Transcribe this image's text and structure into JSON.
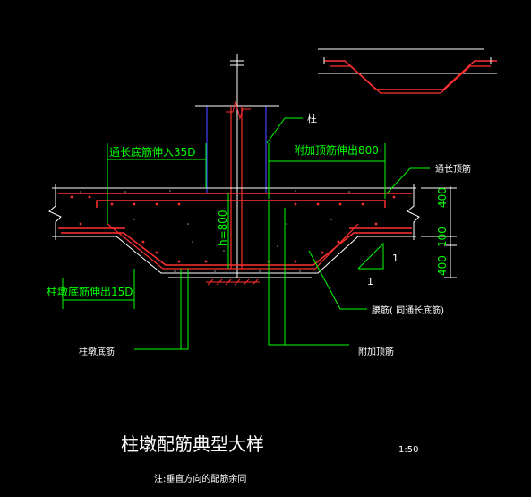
{
  "labels": {
    "column": "柱",
    "through_bottom_bar_extend": "通长底筋伸入35D",
    "additional_top_bar_extend": "附加顶筋伸出800",
    "through_top_bar": "通长顶筋",
    "column_pier_bottom_extend": "柱墩底筋伸出15D",
    "haunch_bar": "腰筋( 同通长底筋)",
    "column_pier_bottom_bar": "柱墩底筋",
    "additional_top_bar": "附加顶筋",
    "height_dim": "h=800",
    "dim_400_top": "400",
    "dim_100": "100",
    "dim_400_bottom": "400",
    "slope_ratio_v": "1",
    "slope_ratio_h": "1",
    "title": "柱墩配筋典型大样",
    "scale": "1:50",
    "note": "注:垂直方向的配筋余同"
  },
  "colors": {
    "background": "#000000",
    "concrete": "#ffffff",
    "rebar": "#ff3030",
    "leader": "#00ff00",
    "column": "#4040ff",
    "text_green": "#00ff00",
    "text_white": "#ffffff",
    "dimension": "#ffffff",
    "hatch": "#c0c0c0"
  }
}
